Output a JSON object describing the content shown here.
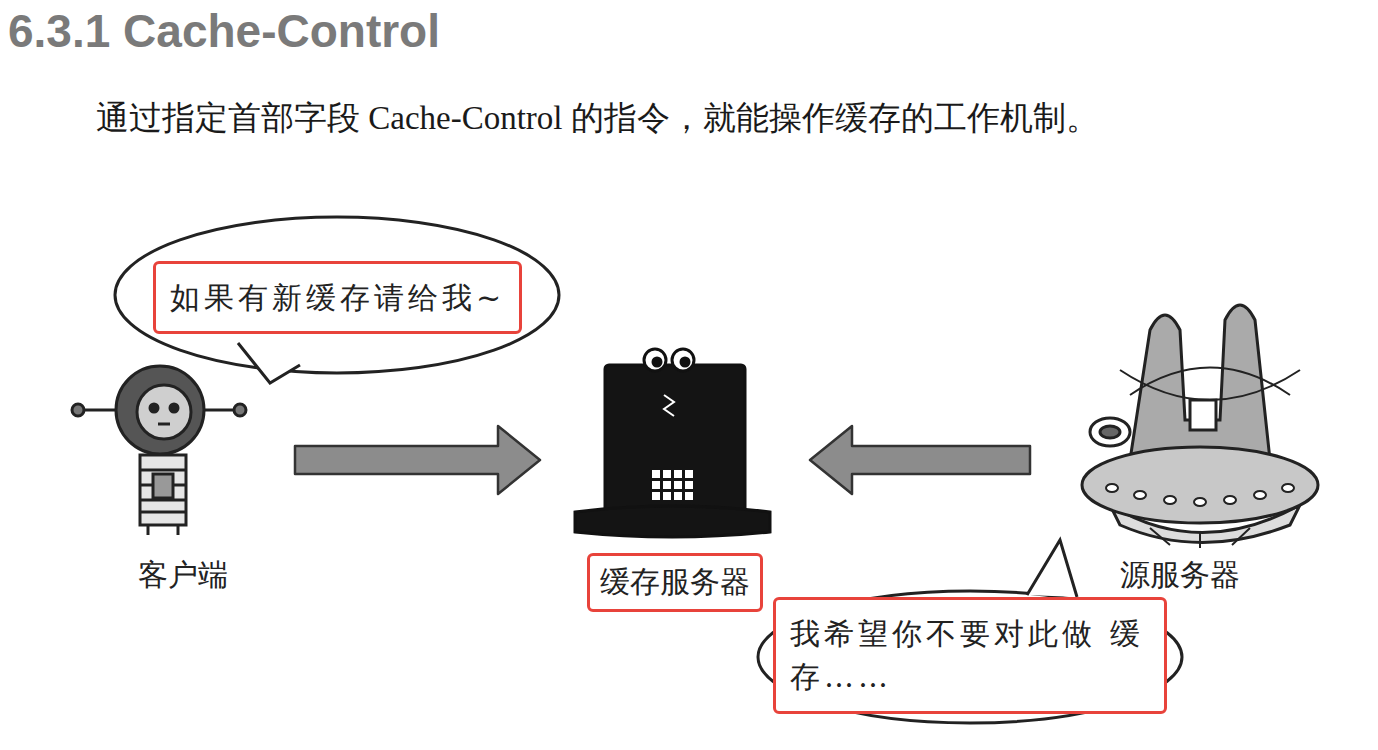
{
  "diagram": {
    "title": "6.3.1 Cache-Control",
    "nodes": [
      {
        "text": [
          "如果有新缓存请给我~"
        ]
      },
      {
        "text": [
          "客户端"
        ]
      },
      {
        "text": [
          "缓存服务器"
        ]
      },
      {
        "text": [
          "源服务器"
        ]
      },
      {
        "text": [
          "我希望你不要对此做 缓存……"
        ]
      }
    ],
    "edges": [
      {
        "from": 1,
        "to": 2,
        "arrow": "to"
      },
      {
        "from": 3,
        "to": 2,
        "arrow": "to"
      }
    ],
    "labels": [
      "通过指定首部字段 Cache-Control 的指令，就能操作缓存的工作机制。"
    ]
  }
}
